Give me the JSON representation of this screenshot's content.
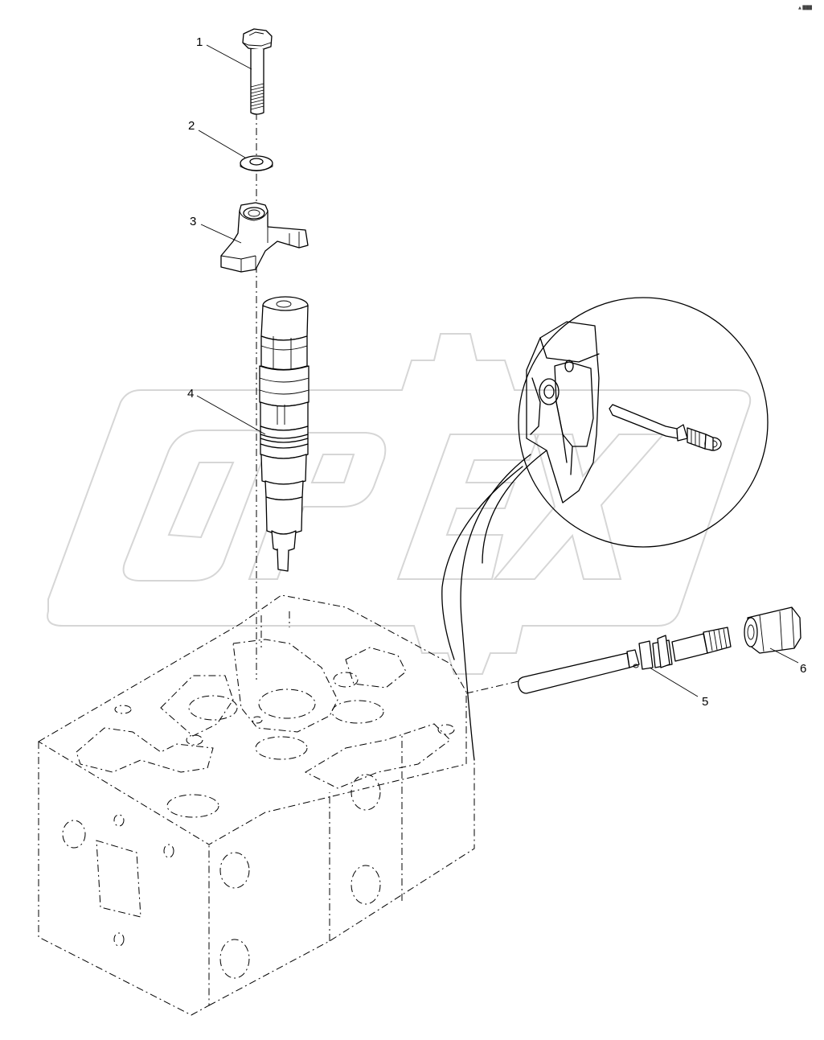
{
  "corner_mark": "▲ ███",
  "watermark": {
    "text": "OPEX"
  },
  "parts": [
    {
      "callout": "1",
      "part": "bolt"
    },
    {
      "callout": "2",
      "part": "washer"
    },
    {
      "callout": "3",
      "part": "injector clamp"
    },
    {
      "callout": "4",
      "part": "fuel injector"
    },
    {
      "callout": "5",
      "part": "high-pressure connector"
    },
    {
      "callout": "6",
      "part": "fitting nut"
    }
  ]
}
